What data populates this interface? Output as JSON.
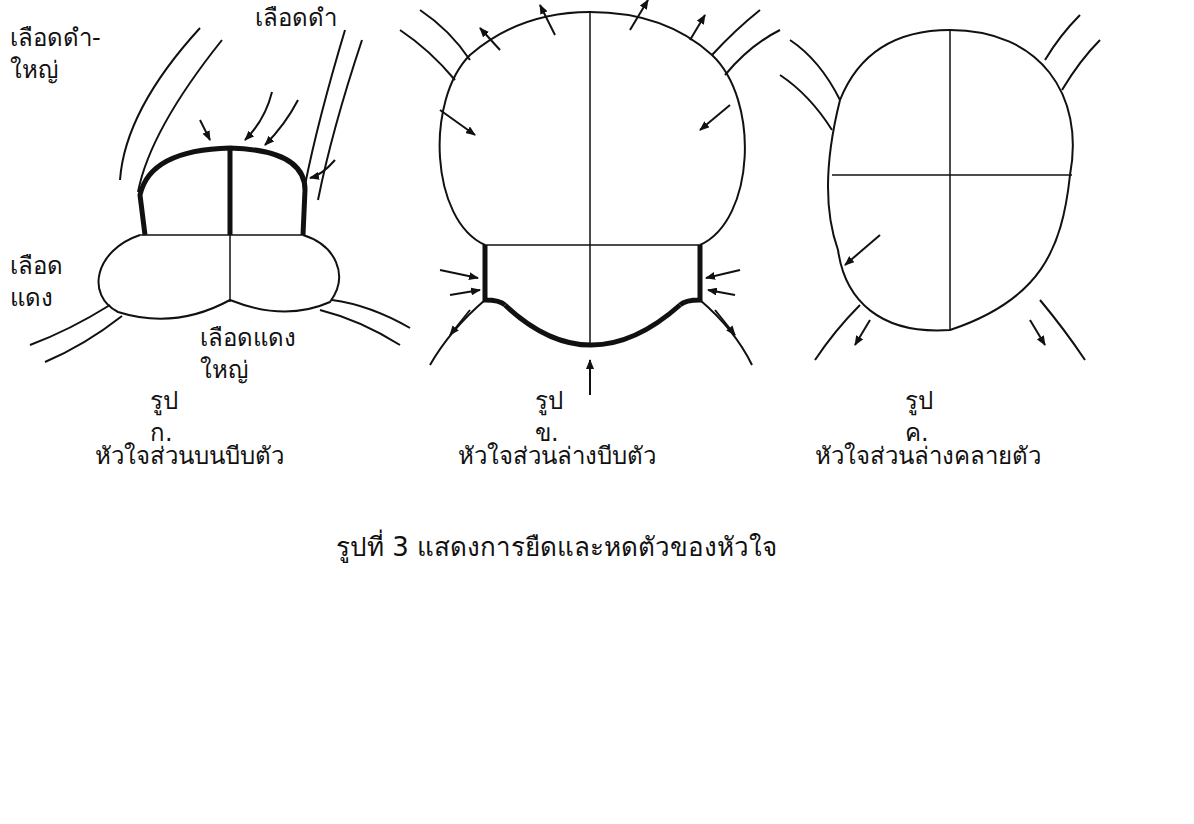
{
  "diagram": {
    "caption": "รูปที่ 3 แสดงการยืดและหดตัวของหัวใจ",
    "labels": [
      "เลือดดำ",
      "เลือดดำ- ใหญ่",
      "เลือด แดง",
      "เลือดแดง ใหญ่",
      "รูป ก.",
      "หัวใจส่วนบนบีบตัว",
      "รูป ข.",
      "หัวใจส่วนล่างบีบตัว",
      "รูป ค.",
      "หัวใจส่วนล่างคลายตัว"
    ]
  }
}
